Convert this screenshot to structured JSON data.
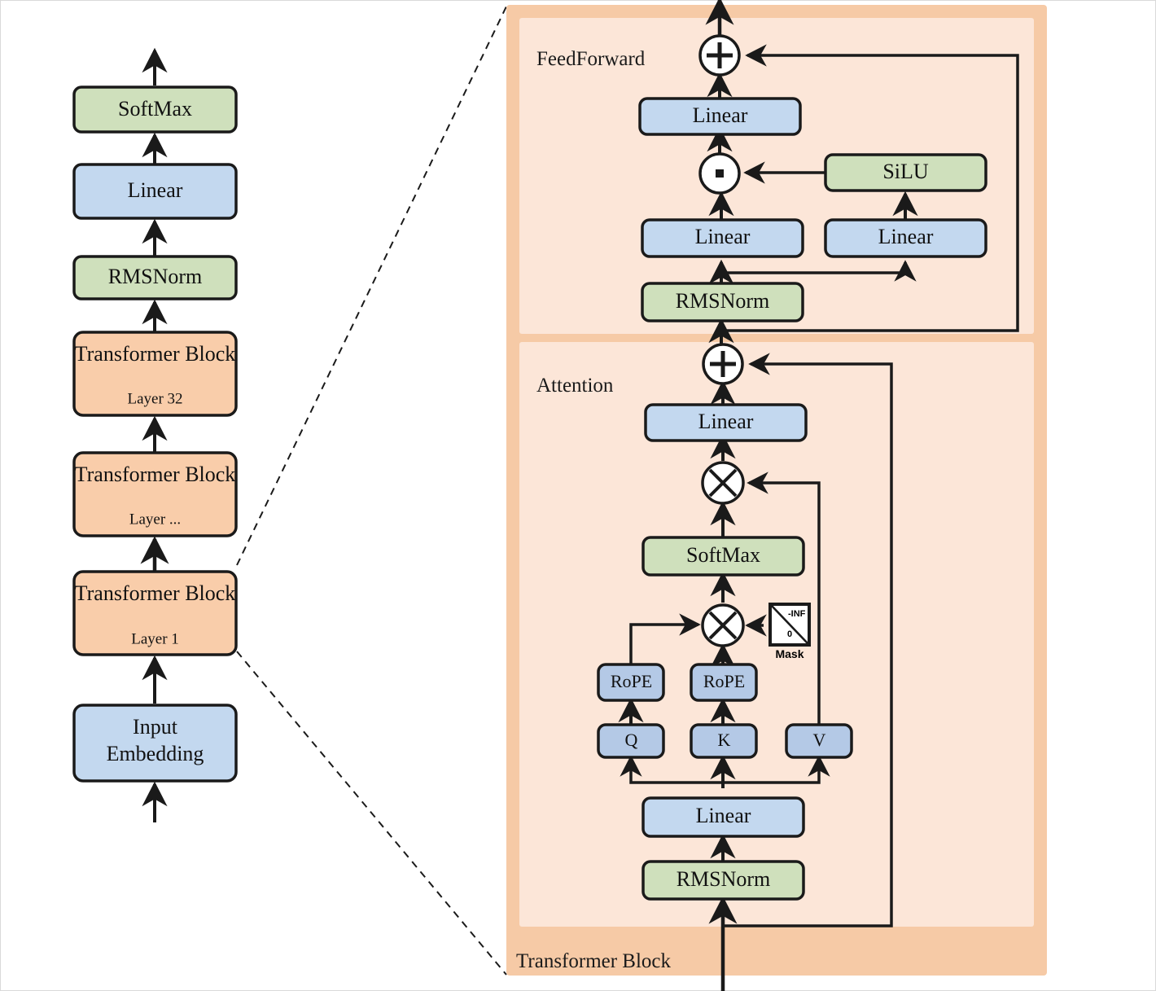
{
  "diagram": {
    "title": "Transformer (LLaMA-style) architecture diagram",
    "colors": {
      "green": "#cfe0bc",
      "blue": "#c3d8ef",
      "blue_dark": "#b4c9e6",
      "peach_block": "#f9cdaa",
      "panel_outer": "#f6caa6",
      "panel_inner": "#fce6d8",
      "stroke": "#1a1a1a",
      "background": "#ffffff"
    }
  },
  "left_stack": {
    "name": "model-overview-stack",
    "nodes": [
      {
        "id": "softmax",
        "label": "SoftMax",
        "sublabel": "",
        "color": "green"
      },
      {
        "id": "linear",
        "label": "Linear",
        "sublabel": "",
        "color": "blue"
      },
      {
        "id": "rmsnorm",
        "label": "RMSNorm",
        "sublabel": "",
        "color": "green"
      },
      {
        "id": "block32",
        "label": "Transformer Block",
        "sublabel": "Layer 32",
        "color": "peach"
      },
      {
        "id": "blockdots",
        "label": "Transformer Block",
        "sublabel": "Layer ...",
        "color": "peach"
      },
      {
        "id": "block1",
        "label": "Transformer Block",
        "sublabel": "Layer 1",
        "color": "peach"
      },
      {
        "id": "embed",
        "label": "Input Embedding",
        "sublabel": "",
        "color": "blue"
      }
    ]
  },
  "detail_panel": {
    "name": "transformer-block-detail",
    "outer_label": "Transformer Block",
    "sections": [
      {
        "id": "feedforward",
        "label": "FeedForward"
      },
      {
        "id": "attention",
        "label": "Attention"
      }
    ],
    "feedforward_nodes": [
      {
        "id": "ff-add",
        "label": "+",
        "shape": "circle",
        "op": "add"
      },
      {
        "id": "ff-linear-out",
        "label": "Linear",
        "shape": "rect",
        "color": "blue"
      },
      {
        "id": "ff-mul",
        "label": "·",
        "shape": "circle",
        "op": "multiply-dot"
      },
      {
        "id": "ff-silu",
        "label": "SiLU",
        "shape": "rect",
        "color": "green"
      },
      {
        "id": "ff-linear-gate",
        "label": "Linear",
        "shape": "rect",
        "color": "blue"
      },
      {
        "id": "ff-linear-up",
        "label": "Linear",
        "shape": "rect",
        "color": "blue"
      },
      {
        "id": "ff-rmsnorm",
        "label": "RMSNorm",
        "shape": "rect",
        "color": "green"
      }
    ],
    "attention_nodes": [
      {
        "id": "attn-add",
        "label": "+",
        "shape": "circle",
        "op": "add"
      },
      {
        "id": "attn-linear-out",
        "label": "Linear",
        "shape": "rect",
        "color": "blue"
      },
      {
        "id": "attn-mul-v",
        "label": "x",
        "shape": "circle",
        "op": "matmul"
      },
      {
        "id": "attn-softmax",
        "label": "SoftMax",
        "shape": "rect",
        "color": "green"
      },
      {
        "id": "attn-mul-qk",
        "label": "x",
        "shape": "circle",
        "op": "matmul"
      },
      {
        "id": "attn-rope-q",
        "label": "RoPE",
        "shape": "rect",
        "color": "blue-dark"
      },
      {
        "id": "attn-rope-k",
        "label": "RoPE",
        "shape": "rect",
        "color": "blue-dark"
      },
      {
        "id": "attn-q",
        "label": "Q",
        "shape": "rect",
        "color": "blue-dark"
      },
      {
        "id": "attn-k",
        "label": "K",
        "shape": "rect",
        "color": "blue-dark"
      },
      {
        "id": "attn-v",
        "label": "V",
        "shape": "rect",
        "color": "blue-dark"
      },
      {
        "id": "attn-linear-qkv",
        "label": "Linear",
        "shape": "rect",
        "color": "blue"
      },
      {
        "id": "attn-rmsnorm",
        "label": "RMSNorm",
        "shape": "rect",
        "color": "green"
      }
    ],
    "mask": {
      "id": "causal-mask",
      "caption": "Mask",
      "upper_right_value": "-INF",
      "lower_left_value": "0"
    }
  }
}
